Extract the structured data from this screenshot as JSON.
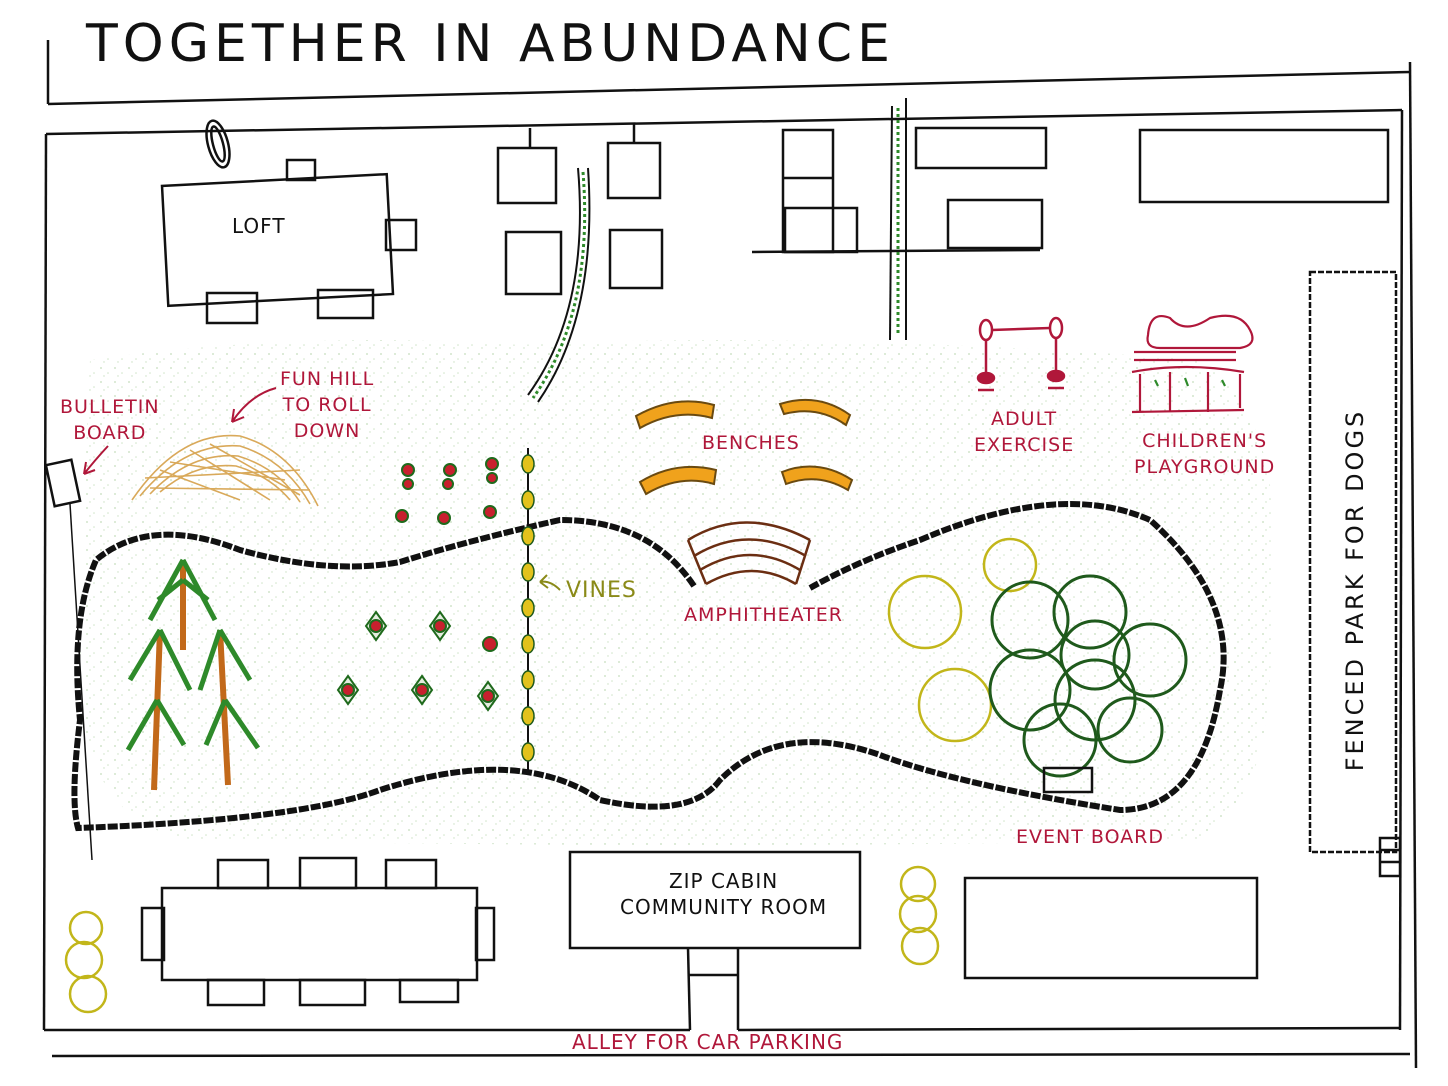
{
  "title": "TOGETHER IN ABUNDANCE",
  "labels": {
    "loft": "LOFT",
    "fun_hill": "FUN HILL\nTO ROLL\nDOWN",
    "bulletin_board": "BULLETIN\nBOARD",
    "benches": "BENCHES",
    "adult_exercise": "ADULT\nEXERCISE",
    "childrens_playground": "CHILDREN'S\nPLAYGROUND",
    "fenced_park_for_dogs": "FENCED PARK FOR DOGS",
    "vines": "VINES",
    "amphitheater": "AMPHITHEATER",
    "event_board": "EVENT BOARD",
    "zip_cabin": "ZIP CABIN\nCOMMUNITY ROOM",
    "alley": "ALLEY FOR CAR PARKING"
  },
  "colors": {
    "ink": "#111111",
    "label_red": "#b0173a",
    "bench_orange": "#f0a21c",
    "tree_green": "#2e8a2a",
    "dark_green": "#1f5a1c",
    "olive": "#c2b61a",
    "hill_tan": "#d9a95a",
    "vine_yellow": "#e2c21c",
    "amphitheater_brown": "#6b2e12",
    "grass_speckle": "#cfe3c8"
  },
  "icons": {
    "hill": "hill-icon",
    "tree": "pine-tree-icon",
    "flower": "flower-icon",
    "shrub": "shrub-icon",
    "bench": "bench-icon",
    "vine": "vine-icon"
  }
}
